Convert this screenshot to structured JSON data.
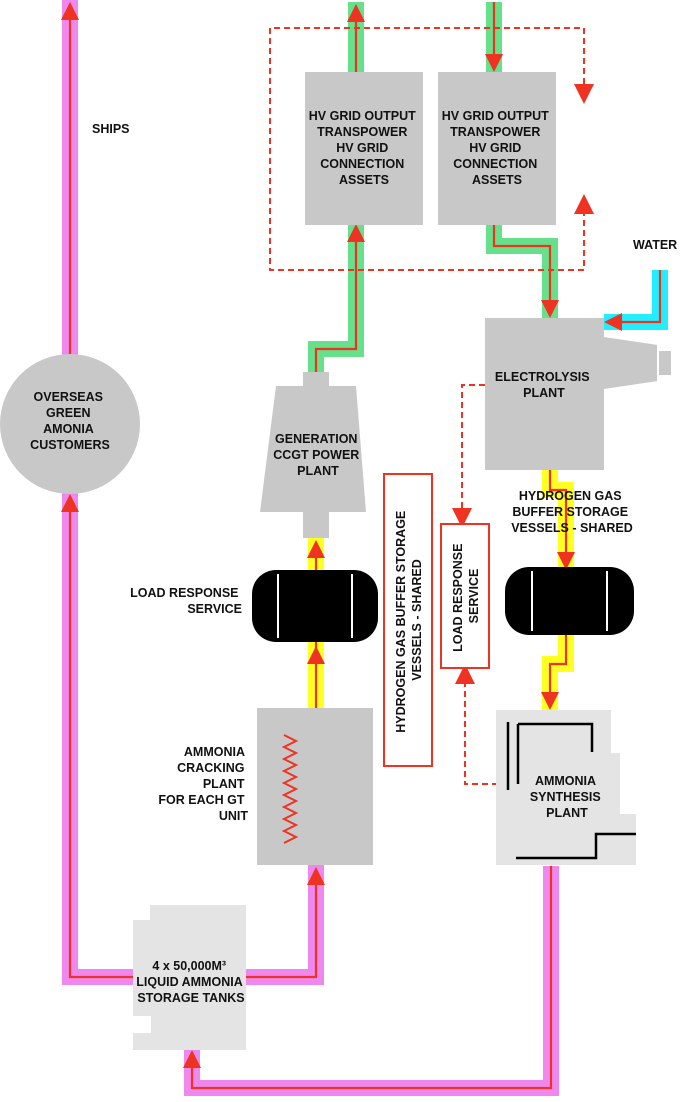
{
  "labels": {
    "ships": "SHIPS",
    "water": "WATER",
    "overseas": [
      "OVERSEAS",
      "GREEN",
      "AMONIA",
      "CUSTOMERS"
    ],
    "hv_grid_left": [
      "HV GRID OUTPUT",
      "TRANSPOWER",
      "HV GRID",
      "CONNECTION",
      "ASSETS"
    ],
    "hv_grid_right": [
      "HV GRID OUTPUT",
      "TRANSPOWER",
      "HV GRID",
      "CONNECTION",
      "ASSETS"
    ],
    "generation": [
      "GENERATION",
      "CCGT POWER",
      "PLANT"
    ],
    "electrolysis": [
      "ELECTROLYSIS",
      "PLANT"
    ],
    "hydrogen_gas_right": [
      "HYDROGEN GAS",
      "BUFFER STORAGE",
      "VESSELS - SHARED"
    ],
    "load_response_left": [
      "LOAD RESPONSE",
      "SERVICE"
    ],
    "hydrogen_gas_vertical": [
      "HYDROGEN GAS BUFFER STORAGE",
      "VESSELS - SHARED"
    ],
    "load_response_vertical": [
      "LOAD RESPONSE",
      "SERVICE"
    ],
    "ammonia_cracking": [
      "AMMONIA",
      "CRACKING",
      "PLANT",
      "FOR EACH GT",
      "UNIT"
    ],
    "ammonia_synthesis": [
      "AMMONIA",
      "SYNTHESIS",
      "PLANT"
    ],
    "storage_tanks": [
      "4 x 50,000M³",
      "LIQUID AMMONIA",
      "STORAGE TANKS"
    ]
  },
  "colors": {
    "ammonia_pipe": "#ee88ee",
    "power_pipe": "#66e08a",
    "hydrogen_pipe": "#ffff22",
    "water_pipe": "#22eeff",
    "flow_arrow": "#ee3322",
    "plant_fill": "#c8c8c8",
    "tank_fill": "#e4e4e4",
    "vessel_fill": "#000000"
  }
}
